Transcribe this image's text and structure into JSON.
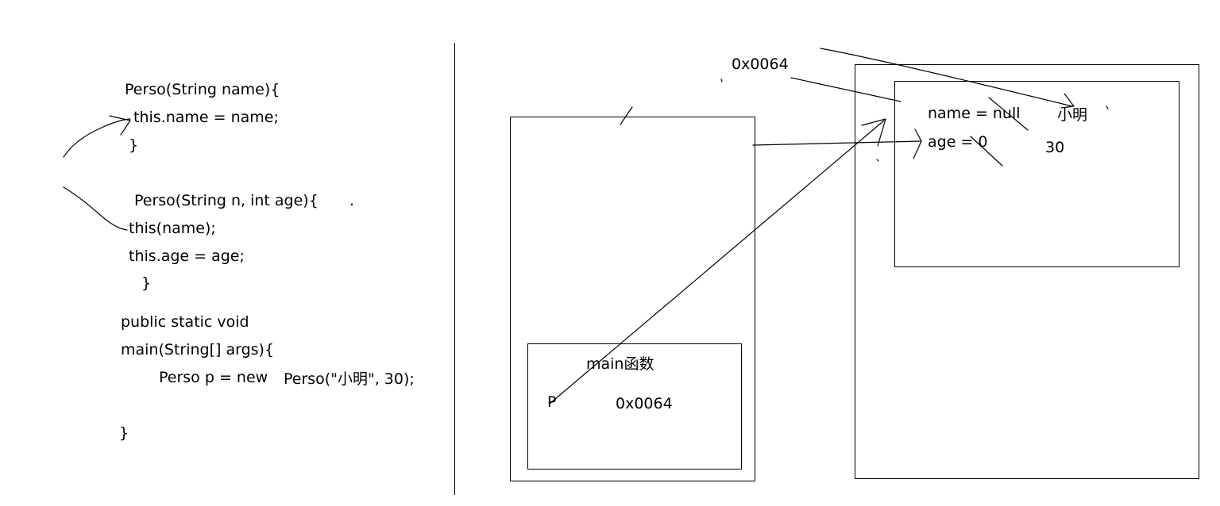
{
  "code": {
    "ctor1_sig": "Perso(String name){",
    "ctor1_body": "this.name = name;",
    "ctor1_close": "}",
    "ctor2_sig": "Perso(String n, int age){",
    "ctor2_dot": ".",
    "ctor2_line1": "this(name);",
    "ctor2_line2": "this.age = age;",
    "ctor2_close": "}",
    "main_sig1": "public static void",
    "main_sig2": "main(String[] args){",
    "main_decl": "Perso p = new",
    "main_new": "Perso(\"小明\", 30);",
    "main_close": "}"
  },
  "stack": {
    "frame_label": "main函数",
    "var_name": "P",
    "var_value": "0x0064"
  },
  "heap": {
    "address_label": "0x0064",
    "field_name": "name = null",
    "field_name_new": "小明",
    "field_age": "age = 0",
    "field_age_new": "30"
  }
}
